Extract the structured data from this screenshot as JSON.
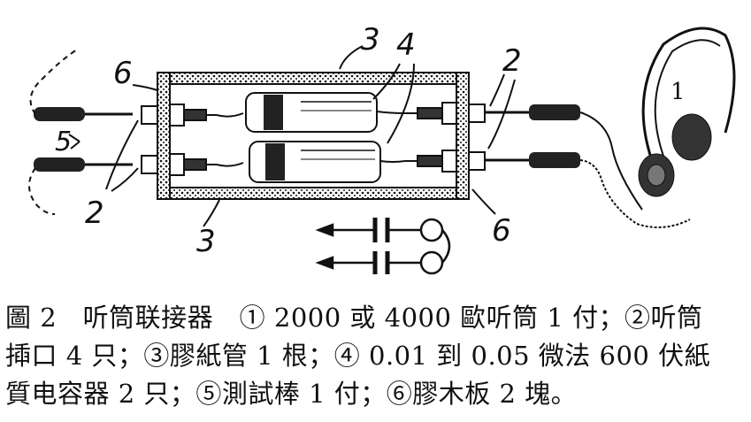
{
  "figure": {
    "callouts": {
      "c3_top": "3",
      "c4": "4",
      "c6_left": "6",
      "c2_right": "2",
      "c5": "5",
      "c2_left": "2",
      "c3_bottom": "3",
      "c6_right": "6"
    },
    "headphone_label": "1"
  },
  "caption": {
    "line1": "圖 2　听筒联接器　① 2000 或 4000 歐听筒 1 付；②听筒",
    "line2": "揷口 4 只；③膠紙管 1 根；④ 0.01 到 0.05 微法 600 伏紙",
    "line3": "質电容器 2 只；⑤測試棒 1 付；⑥膠木板 2 塊。"
  }
}
